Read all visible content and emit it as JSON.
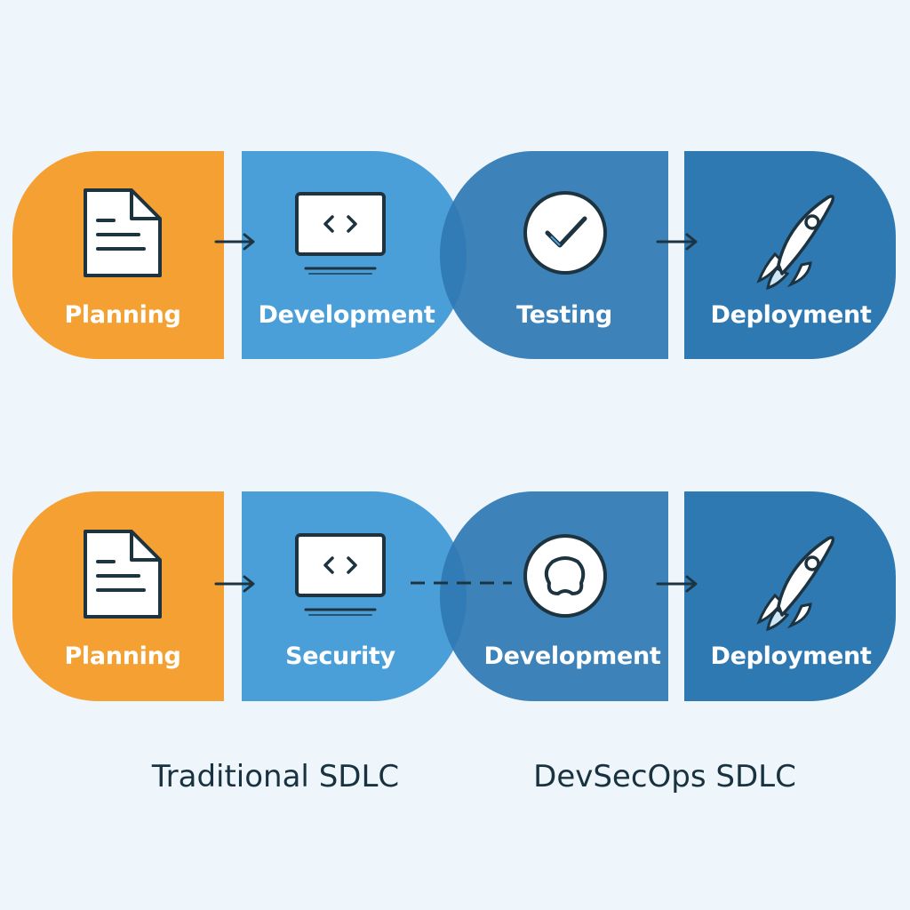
{
  "colors": {
    "background": "#eef5fb",
    "planning": "#f5a033",
    "stage_light_blue": "#4a9fd9",
    "stage_dark_blue": "#2f79b3",
    "icon_outline": "#1d3440",
    "arrow": "#1d3440"
  },
  "traditional": {
    "stages": [
      {
        "label": "Planning",
        "icon": "document-icon"
      },
      {
        "label": "Development",
        "icon": "code-monitor-icon"
      },
      {
        "label": "Testing",
        "icon": "check-circle-icon"
      },
      {
        "label": "Deployment",
        "icon": "rocket-icon"
      }
    ]
  },
  "devsecops": {
    "stages": [
      {
        "label": "Planning",
        "icon": "document-icon"
      },
      {
        "label": "Security",
        "icon": "code-monitor-icon"
      },
      {
        "label": "Development",
        "icon": "shield-blob-icon"
      },
      {
        "label": "Deployment",
        "icon": "rocket-icon"
      }
    ]
  },
  "captions": {
    "traditional": "Traditional SDLC",
    "devsecops": "DevSecOps SDLC"
  }
}
